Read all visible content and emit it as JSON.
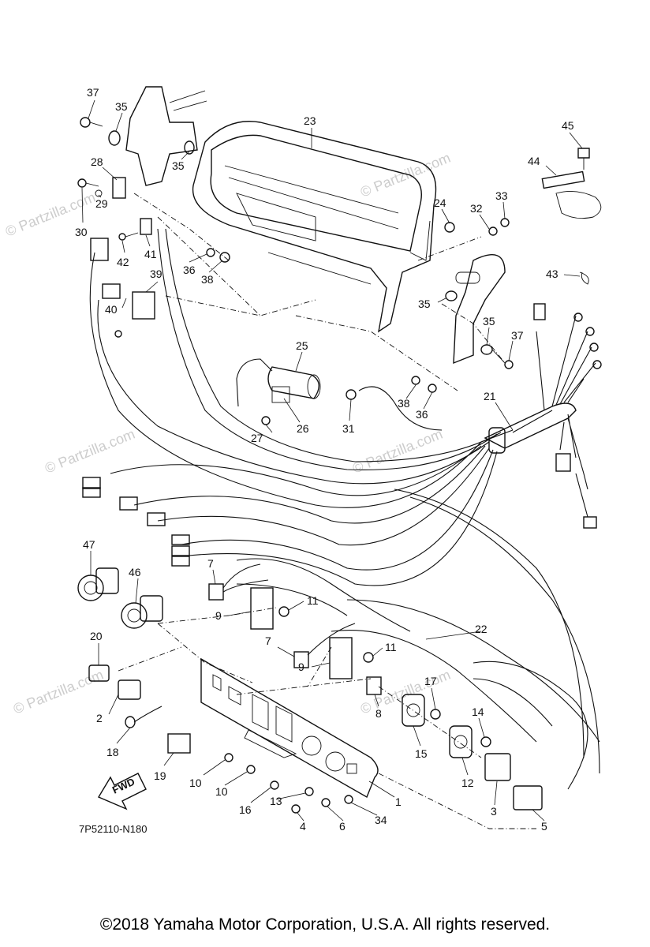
{
  "watermark": "© Partzilla.com",
  "reference_code": "7P52110-N180",
  "fwd_label": "FWD",
  "copyright": "©2018  Yamaha Motor Corporation, U.S.A. All rights reserved.",
  "callouts": [
    "37",
    "35",
    "35",
    "23",
    "28",
    "29",
    "30",
    "42",
    "41",
    "36",
    "38",
    "39",
    "40",
    "45",
    "44",
    "33",
    "32",
    "24",
    "43",
    "35",
    "35",
    "37",
    "25",
    "38",
    "36",
    "31",
    "26",
    "27",
    "21",
    "47",
    "46",
    "7",
    "11",
    "9",
    "7",
    "11",
    "9",
    "22",
    "20",
    "2",
    "18",
    "19",
    "8",
    "17",
    "15",
    "14",
    "12",
    "10",
    "10",
    "16",
    "13",
    "4",
    "6",
    "34",
    "1",
    "3",
    "5"
  ]
}
